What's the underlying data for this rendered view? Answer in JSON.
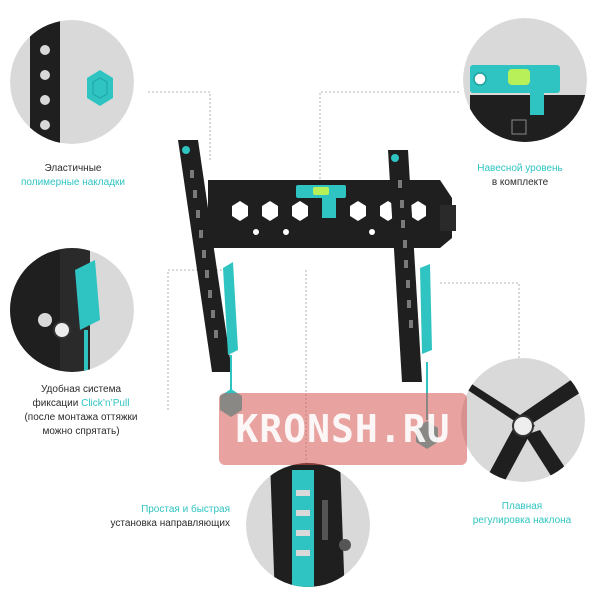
{
  "captions": {
    "pads": {
      "line1": "Эластичные",
      "line2": "полимерные накладки"
    },
    "level": {
      "line1": "Навесной уровень",
      "line2": "в комплекте"
    },
    "clicknpull": {
      "line1": "Удобная система",
      "line2_prefix": "фиксации ",
      "line2_accent": "Click’n’Pull",
      "line3": "(после монтажа оттяжки",
      "line4": "можно спрятать)"
    },
    "guides": {
      "line1": "Простая и быстрая",
      "line2": "установка направляющих"
    },
    "tilt": {
      "line1": "Плавная",
      "line2": "регулировка наклона"
    }
  },
  "watermark": {
    "text": "KRONSH.RU"
  },
  "colors": {
    "accent": "#2fc4c2",
    "metal": "#1f1f1f",
    "circle_bg": "#d9d9d9",
    "watermark": "#d65852"
  }
}
